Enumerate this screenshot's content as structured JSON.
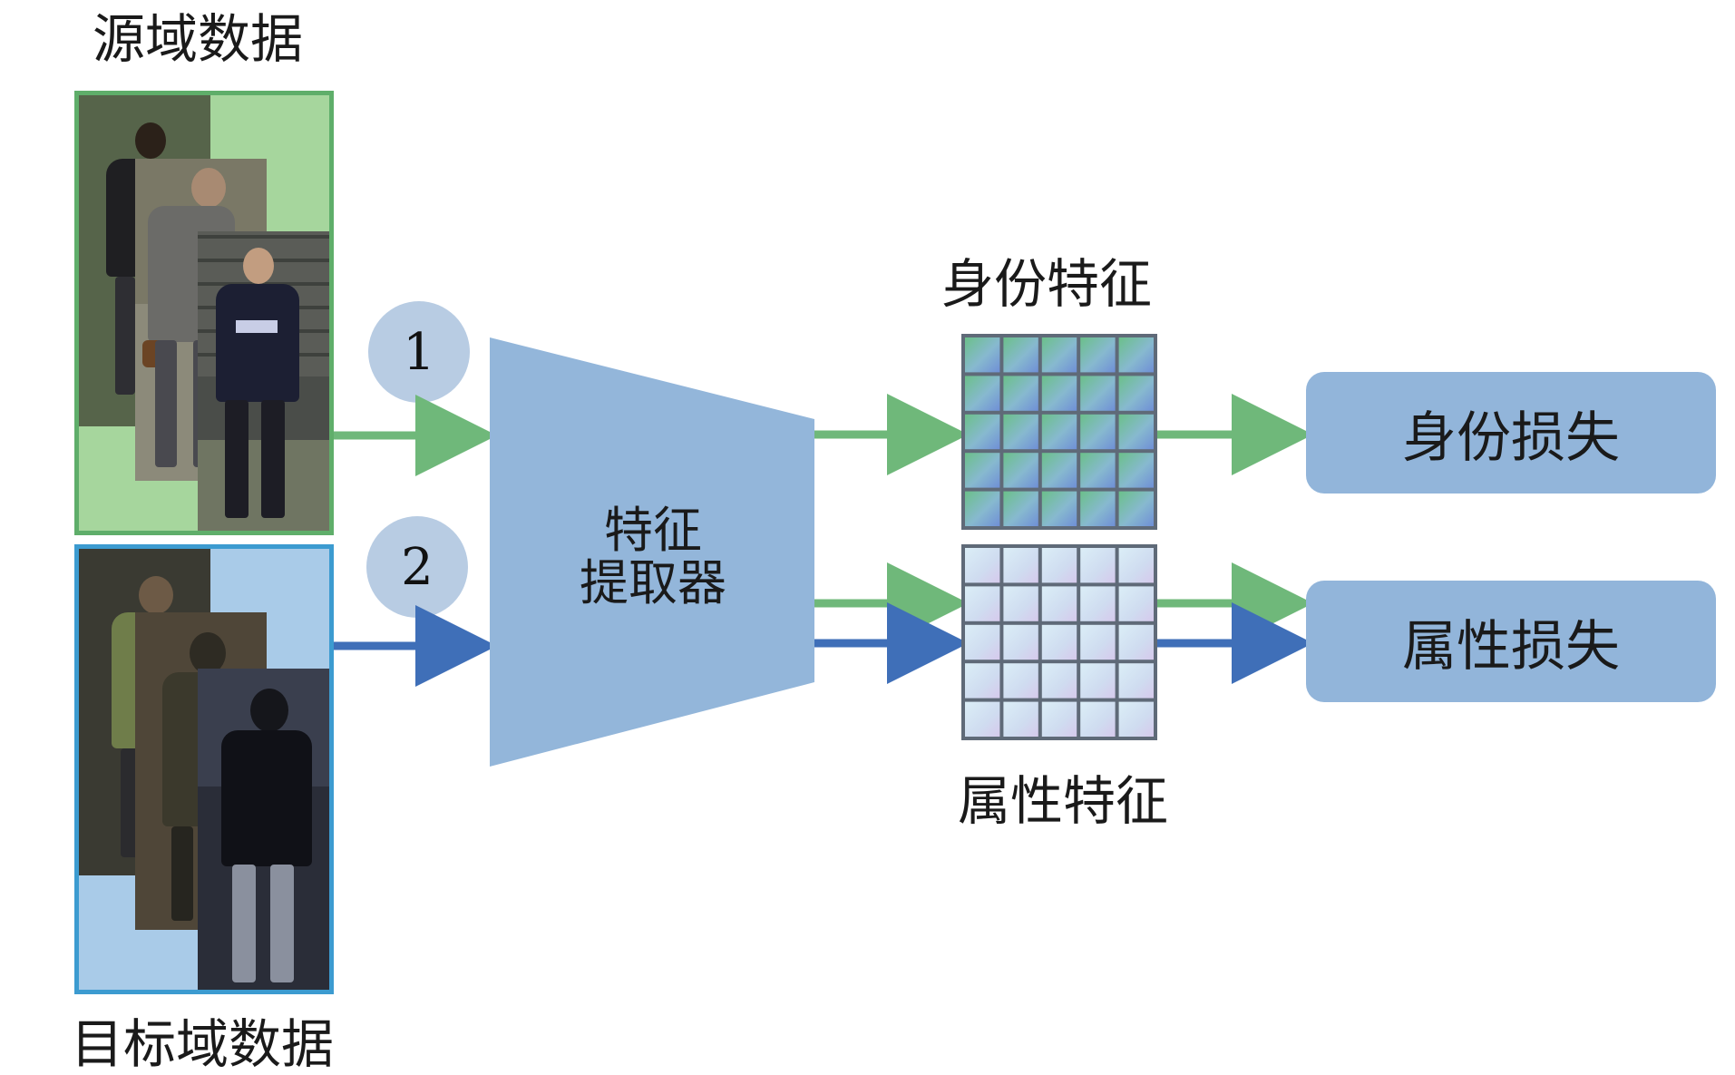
{
  "labels": {
    "source_domain": "源域数据",
    "target_domain": "目标域数据",
    "identity_feature": "身份特征",
    "attribute_feature": "属性特征"
  },
  "badges": {
    "first": "1",
    "second": "2"
  },
  "extractor": {
    "line1": "特征",
    "line2": "提取器"
  },
  "losses": {
    "identity": "身份损失",
    "attribute": "属性损失"
  },
  "colors": {
    "source_green": "#5fae6a",
    "target_blue": "#3c9bd0",
    "arrow_green": "#6fb87a",
    "arrow_blue": "#3f6fb8",
    "extractor_fill": "#93b6da",
    "loss_fill": "#92b5da",
    "badge_fill": "#b8cce3"
  }
}
